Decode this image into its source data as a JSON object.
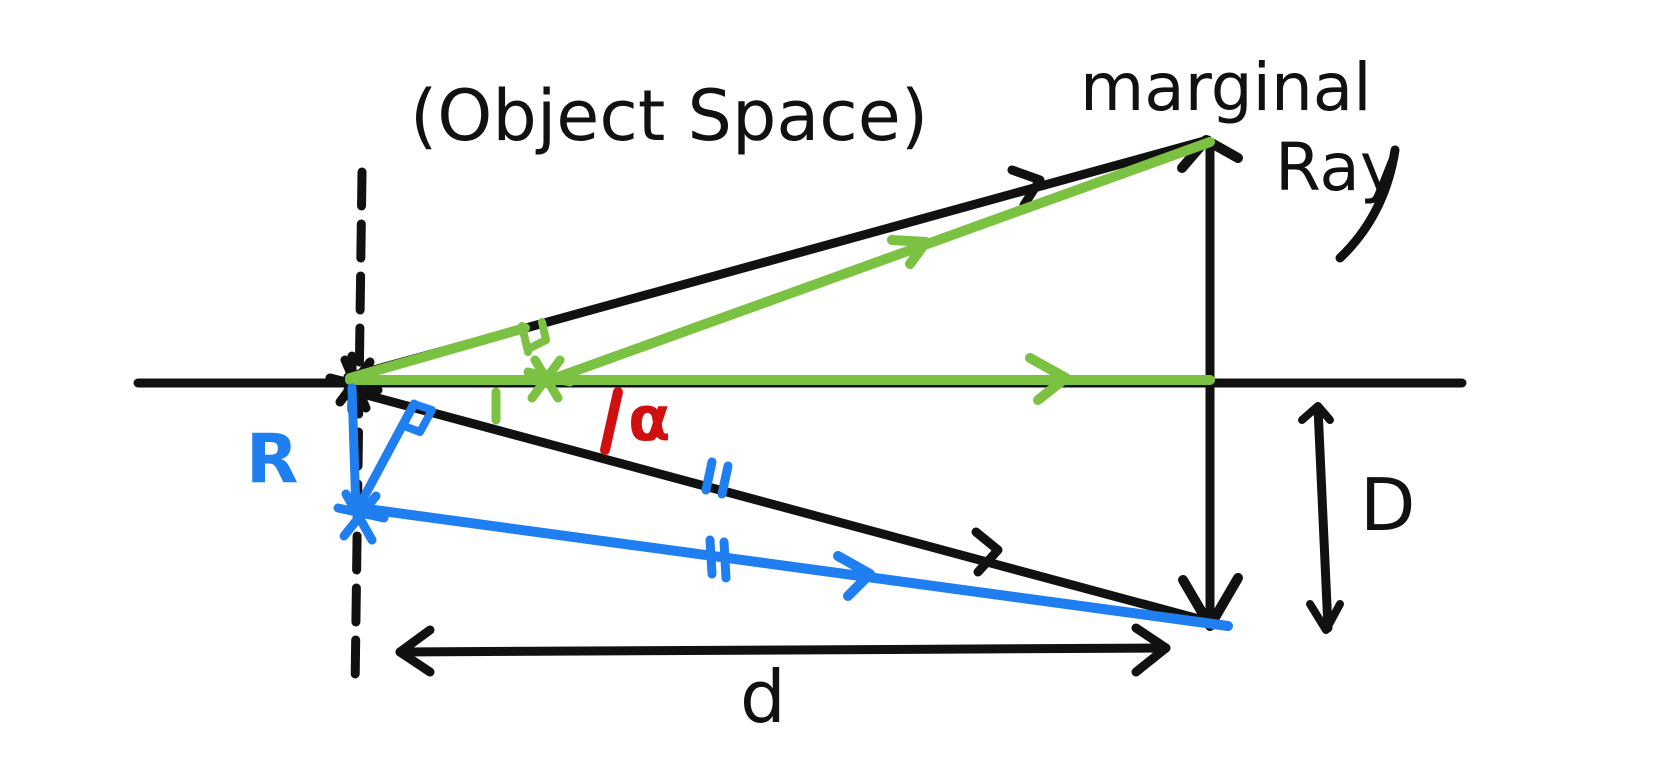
{
  "labels": {
    "title": "(Object Space)",
    "marginal_ray_line1": "marginal",
    "marginal_ray_line2": "Ray",
    "alpha": "α",
    "R": "R",
    "D": "D",
    "d": "d"
  },
  "colors": {
    "black": "#111111",
    "green": "#7cc242",
    "blue": "#1f7ff0",
    "red": "#d01010"
  }
}
